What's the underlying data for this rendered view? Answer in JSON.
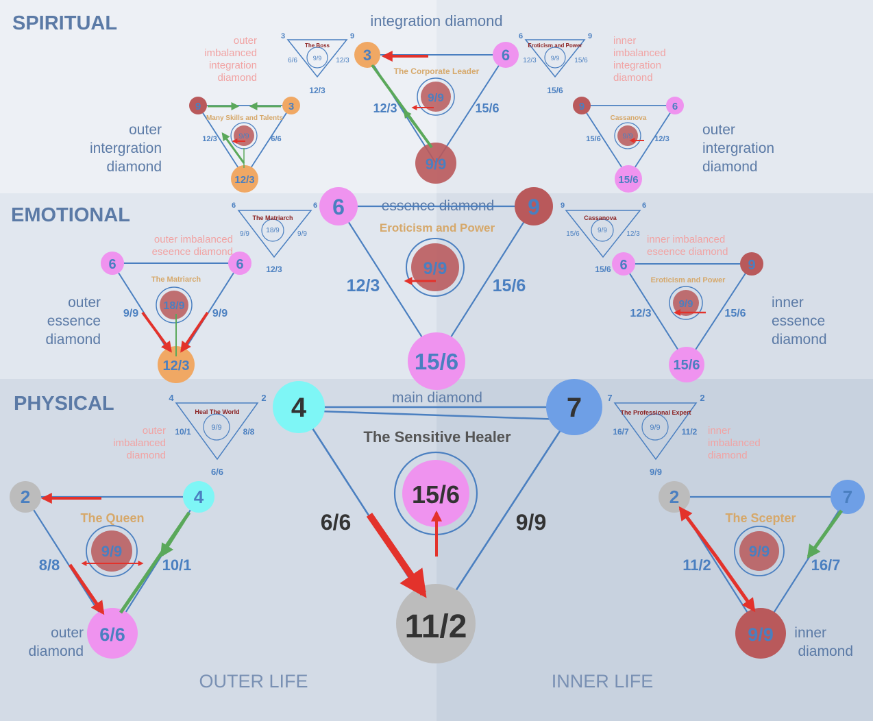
{
  "colors": {
    "blue": "#4a7fc0",
    "red_circle": "#b9595b",
    "orange_circle": "#f0a864",
    "pink_circle": "#ef93ef",
    "cyan_circle": "#7ef6f6",
    "blue_circle": "#6e9fe6",
    "grey_circle": "#bcbcbc",
    "red_arrow": "#e3322b",
    "green_arrow": "#5aa85a",
    "gold_text": "#d6a86a",
    "darkred_text": "#8a1f1f",
    "pink_text": "#f1a3a3",
    "section_text": "#5b7aa6",
    "dark_text": "#333333"
  },
  "sections": {
    "spiritual": "SPIRITUAL",
    "emotional": "EMOTIONAL",
    "physical": "PHYSICAL"
  },
  "footer": {
    "outer_life": "OUTER LIFE",
    "inner_life": "INNER LIFE"
  },
  "diamond_labels": {
    "integration": "integration diamond",
    "outer_imbalanced_integration": [
      "outer",
      "imbalanced",
      "integration",
      "diamond"
    ],
    "inner_imbalanced_integration": [
      "inner",
      "imbalanced",
      "integration",
      "diamond"
    ],
    "outer_integration_left": [
      "outer",
      "intergration",
      "diamond"
    ],
    "outer_integration_right": [
      "outer",
      "intergration",
      "diamond"
    ],
    "essence": "essence diamond",
    "outer_imbalanced_essence": [
      "outer imbalanced",
      "eseence diamond"
    ],
    "inner_imbalanced_essence": [
      "inner imbalanced",
      "eseence diamond"
    ],
    "outer_essence": [
      "outer",
      "essence",
      "diamond"
    ],
    "inner_essence": [
      "inner",
      "essence",
      "diamond"
    ],
    "main": "main diamond",
    "outer_imbalanced_physical": [
      "outer",
      "imbalanced",
      "diamond"
    ],
    "inner_imbalanced_physical": [
      "inner",
      "imbalanced",
      "diamond"
    ],
    "outer": [
      "outer",
      "diamond"
    ],
    "inner": [
      "inner",
      "diamond"
    ]
  },
  "diamonds": {
    "the_boss": {
      "title": "The Boss",
      "left": "3",
      "right": "9",
      "side_left": "6/6",
      "side_right": "12/3",
      "center": "9/9",
      "bottom": "12/3"
    },
    "eroticism_small_top": {
      "title": "Eroticism and Power",
      "left": "6",
      "right": "9",
      "side_left": "12/3",
      "side_right": "15/6",
      "center": "9/9",
      "bottom": "15/6"
    },
    "corporate_leader": {
      "title": "The Corporate Leader",
      "left": "3",
      "right": "6",
      "side_left": "12/3",
      "side_right": "15/6",
      "center": "9/9",
      "bottom": "9/9"
    },
    "many_skills": {
      "title": "Many Skills and Talents",
      "left": "9",
      "right": "3",
      "side_left": "12/3",
      "side_right": "6/6",
      "center": "9/9",
      "bottom": "12/3"
    },
    "cassanova_top": {
      "title": "Cassanova",
      "left": "9",
      "right": "6",
      "side_left": "15/6",
      "side_right": "12/3",
      "center": "9/9",
      "bottom": "15/6"
    },
    "matriarch_small": {
      "title": "The Matriarch",
      "left": "6",
      "right": "6",
      "side_left": "9/9",
      "side_right": "9/9",
      "center": "18/9",
      "bottom": "12/3"
    },
    "eroticism_essence": {
      "title": "Eroticism and Power",
      "left": "6",
      "right": "9",
      "side_left": "12/3",
      "side_right": "15/6",
      "center": "9/9",
      "bottom": "15/6"
    },
    "cassanova_small": {
      "title": "Cassanova",
      "left": "9",
      "right": "6",
      "side_left": "15/6",
      "side_right": "12/3",
      "center": "9/9",
      "bottom": "15/6"
    },
    "matriarch_outer": {
      "title": "The Matriarch",
      "left": "6",
      "right": "6",
      "side_left": "9/9",
      "side_right": "9/9",
      "center": "18/9",
      "bottom": "12/3"
    },
    "eroticism_inner": {
      "title": "Eroticism and Power",
      "left": "6",
      "right": "9",
      "side_left": "12/3",
      "side_right": "15/6",
      "center": "9/9",
      "bottom": "15/6"
    },
    "heal_world": {
      "title": "Heal The World",
      "left": "4",
      "right": "2",
      "side_left": "10/1",
      "side_right": "8/8",
      "center": "9/9",
      "bottom": "6/6"
    },
    "sensitive_healer": {
      "title": "The Sensitive Healer",
      "left": "4",
      "right": "7",
      "side_left": "6/6",
      "side_right": "9/9",
      "center": "15/6",
      "bottom": "11/2"
    },
    "professional_expert": {
      "title": "The Professional Expert",
      "left": "7",
      "right": "2",
      "side_left": "16/7",
      "side_right": "11/2",
      "center": "9/9",
      "bottom": "9/9"
    },
    "the_queen": {
      "title": "The Queen",
      "left": "2",
      "right": "4",
      "side_left": "8/8",
      "side_right": "10/1",
      "center": "9/9",
      "bottom": "6/6"
    },
    "the_scepter": {
      "title": "The Scepter",
      "left": "2",
      "right": "7",
      "side_left": "11/2",
      "side_right": "16/7",
      "center": "9/9",
      "bottom": "9/9"
    }
  }
}
